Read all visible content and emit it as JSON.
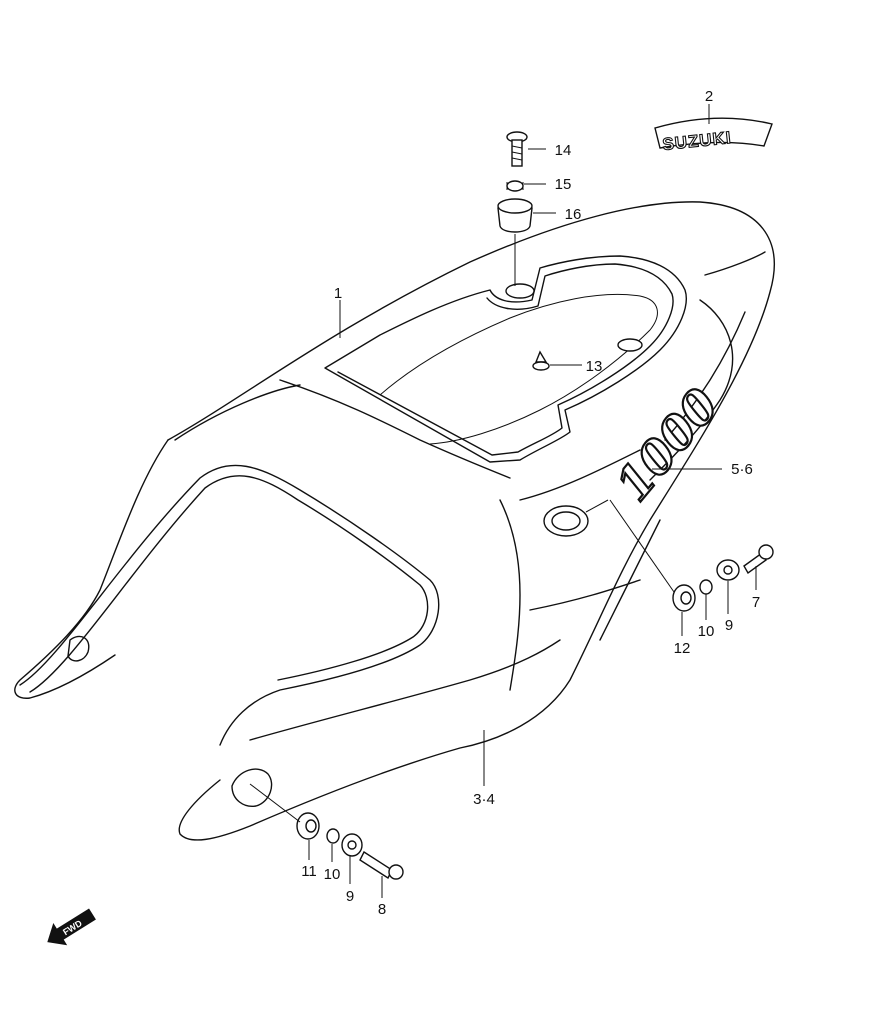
{
  "logo_text": "SUZUKI",
  "model_mark": "1000",
  "fwd_label": "FWD",
  "callouts": [
    {
      "id": "c1",
      "label": "1"
    },
    {
      "id": "c2",
      "label": "2"
    },
    {
      "id": "c34",
      "label": "3·4"
    },
    {
      "id": "c56",
      "label": "5·6"
    },
    {
      "id": "c7",
      "label": "7"
    },
    {
      "id": "c8",
      "label": "8"
    },
    {
      "id": "c9a",
      "label": "9"
    },
    {
      "id": "c9b",
      "label": "9"
    },
    {
      "id": "c10a",
      "label": "10"
    },
    {
      "id": "c10b",
      "label": "10"
    },
    {
      "id": "c11",
      "label": "11"
    },
    {
      "id": "c12",
      "label": "12"
    },
    {
      "id": "c13",
      "label": "13"
    },
    {
      "id": "c14",
      "label": "14"
    },
    {
      "id": "c15",
      "label": "15"
    },
    {
      "id": "c16",
      "label": "16"
    }
  ]
}
